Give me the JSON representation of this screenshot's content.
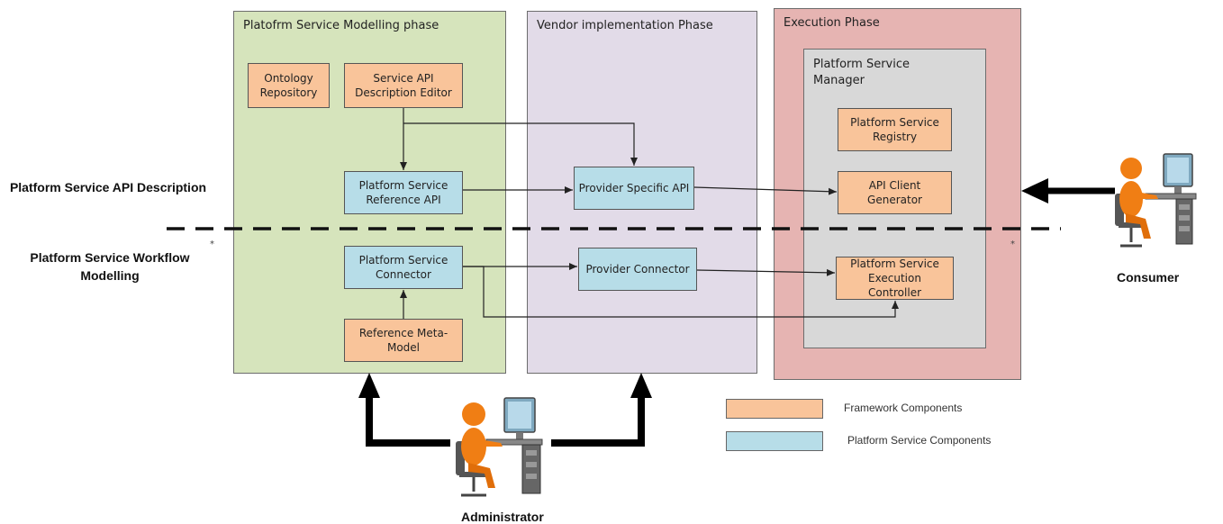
{
  "phases": {
    "modelling": "Platofrm Service Modelling phase",
    "vendor": "Vendor implementation Phase",
    "execution": "Execution Phase"
  },
  "manager": {
    "title": "Platform Service Manager"
  },
  "components": {
    "ontology_repository": "Ontology Repository",
    "service_api_editor": "Service API Description Editor",
    "reference_api": "Platform Service Reference API",
    "service_connector": "Platform Service Connector",
    "reference_metamodel": "Reference Meta-Model",
    "provider_api": "Provider Specific API",
    "provider_connector": "Provider Connector",
    "service_registry": "Platform Service Registry",
    "api_client_generator": "API Client Generator",
    "execution_controller": "Platform Service Execution Controller"
  },
  "side_labels": {
    "api_description": "Platform Service API Description",
    "workflow_modelling": "Platform Service Workflow Modelling"
  },
  "actors": {
    "consumer": "Consumer",
    "administrator": "Administrator"
  },
  "legend": {
    "framework": "Framework Components",
    "platform": "Platform Service Components"
  },
  "colors": {
    "modelling_phase": "#d6e4bc",
    "vendor_phase": "#e2dbe8",
    "execution_phase": "#e6b4b2",
    "manager": "#d8d8d8",
    "framework_component": "#f9c49a",
    "platform_component": "#b7dde8",
    "actor_body": "#f07e14"
  },
  "icons": {
    "actor": "person-at-computer-icon"
  }
}
